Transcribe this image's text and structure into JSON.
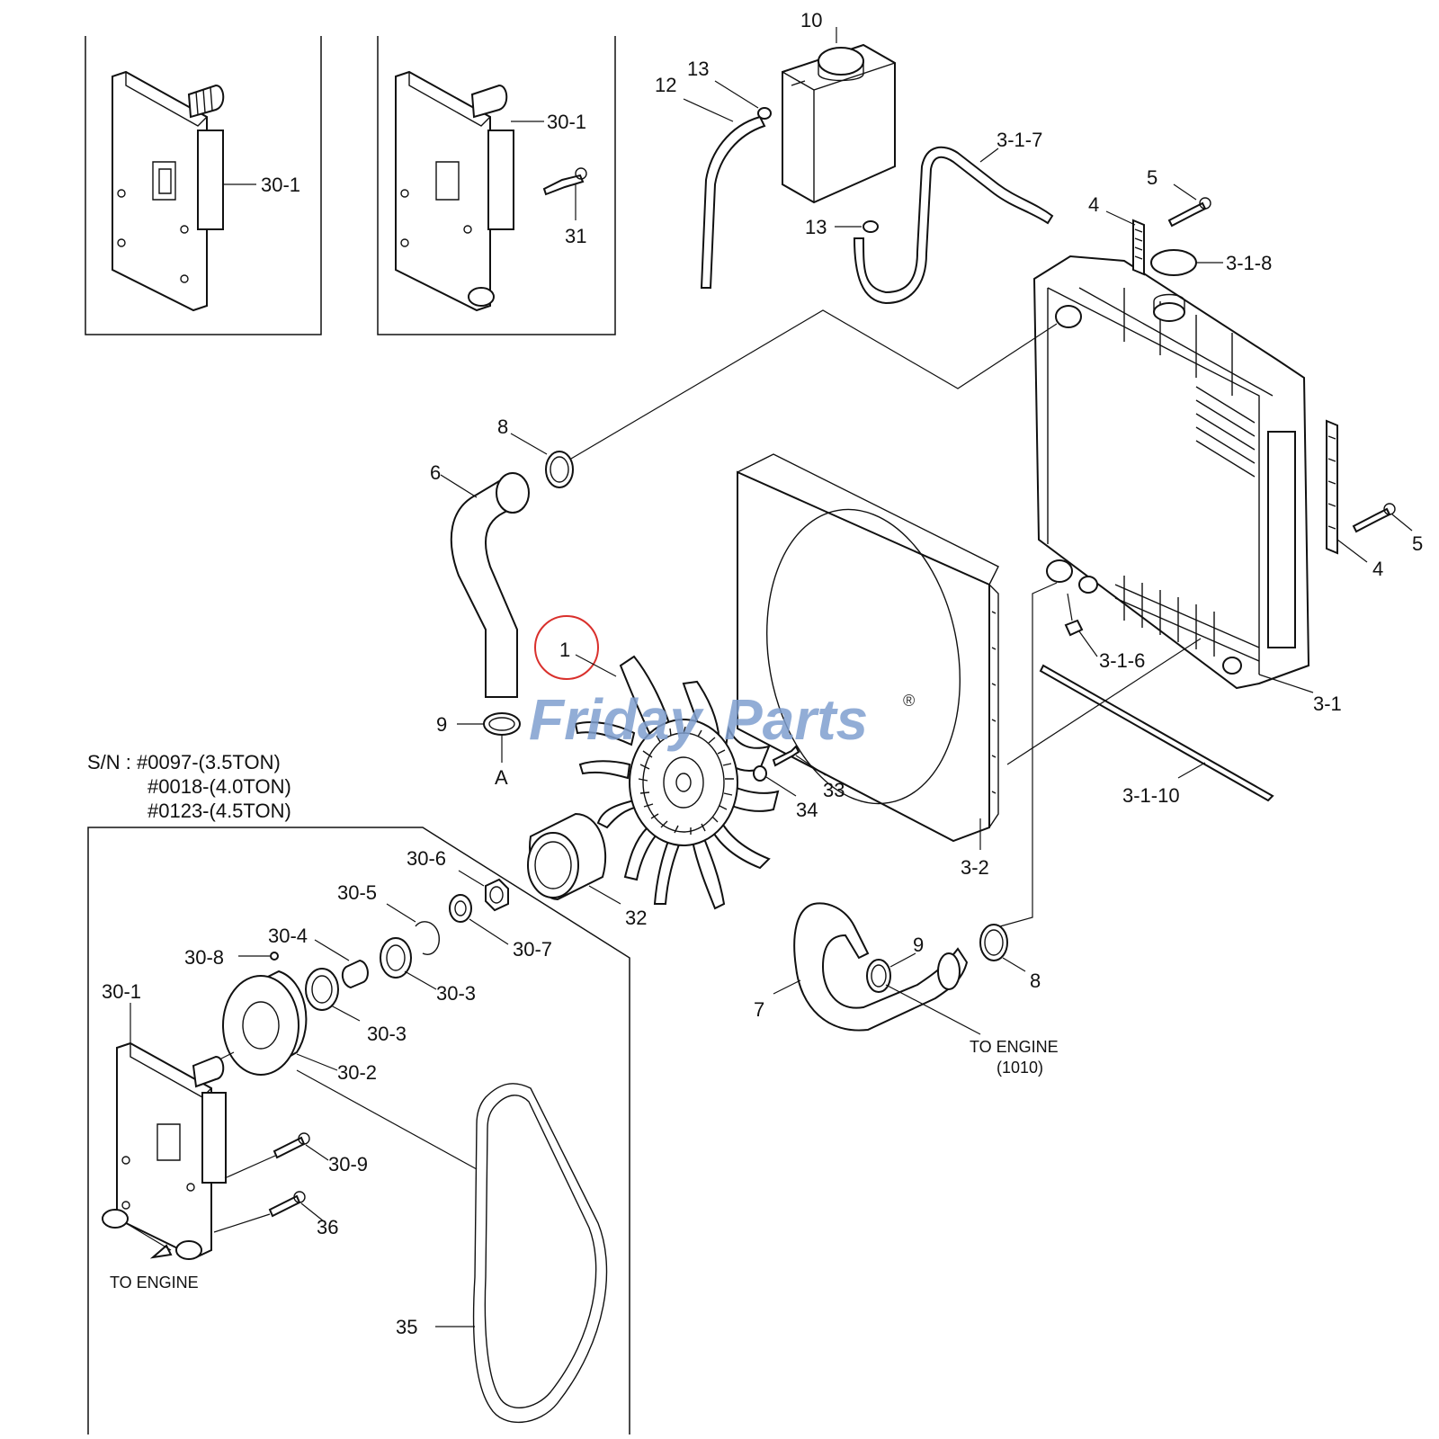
{
  "labels": {
    "l_30_1_a": "30-1",
    "l_30_1_b": "30-1",
    "l_31": "31",
    "l_10": "10",
    "l_12": "12",
    "l_13_a": "13",
    "l_13_b": "13",
    "l_3_1_7": "3-1-7",
    "l_5_a": "5",
    "l_4_a": "4",
    "l_3_1_8": "3-1-8",
    "l_8_a": "8",
    "l_6": "6",
    "l_1": "1",
    "l_9_a": "9",
    "l_A": "A",
    "l_5_b": "5",
    "l_4_b": "4",
    "l_3_1_6": "3-1-6",
    "l_3_1": "3-1",
    "l_3_1_10": "3-1-10",
    "l_33": "33",
    "l_34": "34",
    "l_3_2": "3-2",
    "l_32": "32",
    "l_30_6": "30-6",
    "l_30_5": "30-5",
    "l_30_7": "30-7",
    "l_30_4": "30-4",
    "l_30_8": "30-8",
    "l_30_3_a": "30-3",
    "l_30_1_c": "30-1",
    "l_30_3_b": "30-3",
    "l_30_2": "30-2",
    "l_30_9": "30-9",
    "l_36": "36",
    "l_35": "35",
    "l_9_b": "9",
    "l_8_b": "8",
    "l_7": "7"
  },
  "serial_note": {
    "line1": "S/N : #0097-(3.5TON)",
    "line2": "#0018-(4.0TON)",
    "line3": "#0123-(4.5TON)"
  },
  "notes": {
    "to_engine_right": "TO ENGINE",
    "to_engine_right_ref": "(1010)",
    "to_engine_left": "TO ENGINE"
  },
  "watermark": {
    "text_a": "Friday",
    "text_b": "Parts",
    "registered": "®",
    "color_a": "#7f9fcf",
    "color_b": "#f0a53a"
  },
  "highlight": {
    "part": "1",
    "color": "#d9302c"
  }
}
